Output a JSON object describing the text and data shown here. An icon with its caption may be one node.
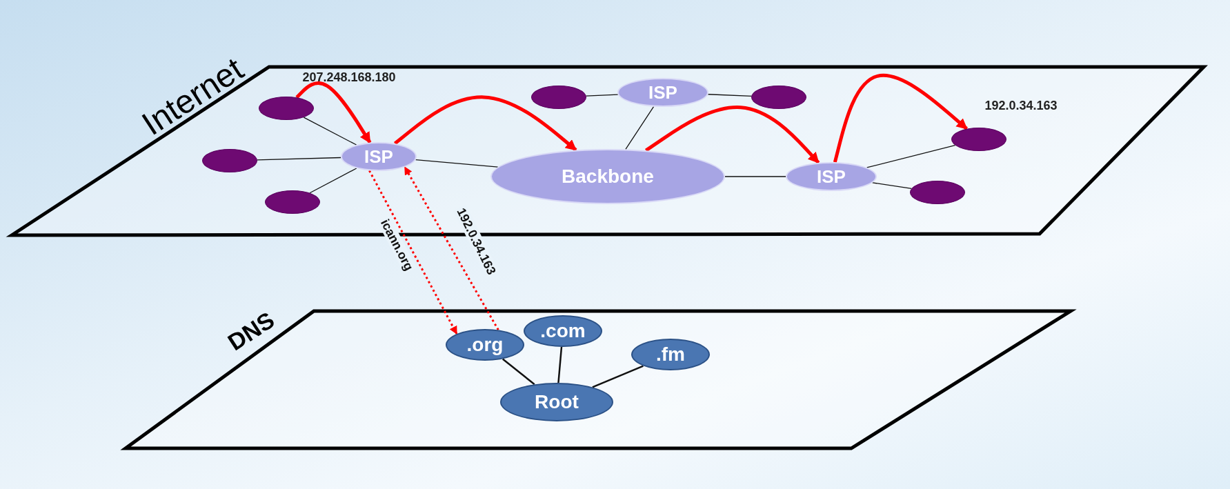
{
  "diagram": {
    "nodes": [
      {
        "text": [
          "Internet"
        ]
      },
      {
        "text": [],
        "shape": "ellipse",
        "in": 0
      },
      {
        "text": [],
        "shape": "ellipse",
        "in": 0
      },
      {
        "text": [
          "ISP"
        ],
        "in": 0
      },
      {
        "text": [],
        "shape": "ellipse",
        "in": 0
      },
      {
        "text": [],
        "shape": "ellipse",
        "in": 0
      },
      {
        "text": [
          "ISP"
        ],
        "in": 0
      },
      {
        "text": [
          "Backbone"
        ],
        "in": 0
      },
      {
        "text": [
          "ISP"
        ],
        "in": 0
      },
      {
        "text": [],
        "shape": "ellipse",
        "in": 0
      },
      {
        "text": [],
        "shape": "ellipse",
        "in": 0
      },
      {
        "text": [],
        "shape": "ellipse",
        "in": 0
      },
      {
        "text": [
          "DNS"
        ]
      },
      {
        "text": [
          ".com"
        ],
        "in": 12
      },
      {
        "text": [
          ".org"
        ],
        "in": 12
      },
      {
        "text": [
          ".fm"
        ],
        "in": 12
      },
      {
        "text": [
          "Root"
        ],
        "in": 12
      }
    ],
    "edges": [
      {
        "from": 1,
        "to": 6,
        "arrow": "none"
      },
      {
        "from": 5,
        "to": 6,
        "arrow": "none"
      },
      {
        "from": 11,
        "to": 6,
        "arrow": "none"
      },
      {
        "from": 6,
        "to": 7,
        "arrow": "none"
      },
      {
        "from": 7,
        "to": 3,
        "arrow": "none"
      },
      {
        "from": 2,
        "to": 3,
        "arrow": "none"
      },
      {
        "from": 3,
        "to": 4,
        "arrow": "none"
      },
      {
        "from": 7,
        "to": 8,
        "arrow": "none"
      },
      {
        "from": 8,
        "to": 9,
        "arrow": "none"
      },
      {
        "from": 8,
        "to": 10,
        "arrow": "none"
      },
      {
        "from": 14,
        "to": 16,
        "arrow": "none"
      },
      {
        "from": 13,
        "to": 16,
        "arrow": "none"
      },
      {
        "from": 15,
        "to": 16,
        "arrow": "none"
      },
      {
        "from": 1,
        "to": 6,
        "arrow": "to",
        "style": "thick",
        "color": "#ff0000"
      },
      {
        "from": 6,
        "to": 7,
        "arrow": "to",
        "style": "thick",
        "color": "#ff0000"
      },
      {
        "from": 7,
        "to": 8,
        "arrow": "to",
        "style": "thick",
        "color": "#ff0000"
      },
      {
        "from": 8,
        "to": 9,
        "arrow": "to",
        "style": "thick",
        "color": "#ff0000"
      },
      {
        "from": 6,
        "to": 14,
        "arrow": "to",
        "style": "dashed",
        "color": "#ff0000",
        "label": "icann.org"
      },
      {
        "from": 14,
        "to": 6,
        "arrow": "to",
        "style": "dashed",
        "color": "#ff0000",
        "label": "192.0.34.163"
      }
    ],
    "labels": [
      "207.248.168.180",
      "192.0.34.163"
    ]
  }
}
